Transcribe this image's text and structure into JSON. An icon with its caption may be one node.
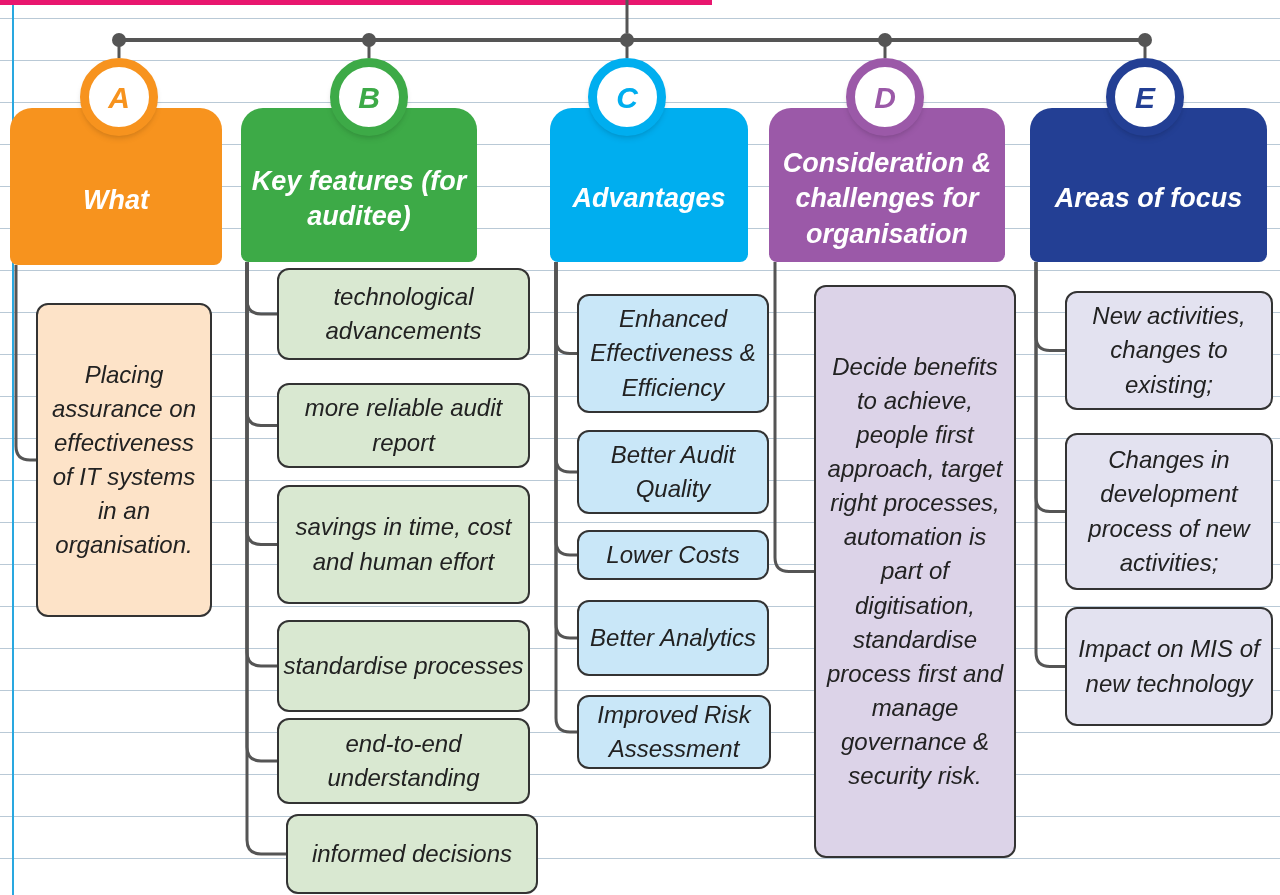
{
  "diagram": {
    "nodes": [
      {
        "text": [],
        "shape": "bar"
      },
      {
        "text": [
          "A"
        ]
      },
      {
        "text": [
          "What"
        ]
      },
      {
        "text": [
          "Placing assurance on effectiveness of IT systems in an organisation."
        ]
      },
      {
        "text": [
          "B"
        ]
      },
      {
        "text": [
          "Key features (for auditee)"
        ]
      },
      {
        "text": [
          "technological advancements"
        ]
      },
      {
        "text": [
          "more reliable audit report"
        ]
      },
      {
        "text": [
          "savings in time, cost and human effort"
        ]
      },
      {
        "text": [
          "standardise processes"
        ]
      },
      {
        "text": [
          "end-to-end understanding"
        ]
      },
      {
        "text": [
          "informed decisions"
        ]
      },
      {
        "text": [
          "C"
        ]
      },
      {
        "text": [
          "Advantages"
        ]
      },
      {
        "text": [
          "Enhanced Effectiveness & Efficiency"
        ]
      },
      {
        "text": [
          "Better Audit Quality"
        ]
      },
      {
        "text": [
          "Lower Costs"
        ]
      },
      {
        "text": [
          "Better Analytics"
        ]
      },
      {
        "text": [
          "Improved Risk Assessment"
        ]
      },
      {
        "text": [
          "D"
        ]
      },
      {
        "text": [
          "Consideration & challenges for organisation"
        ]
      },
      {
        "text": [
          "Decide benefits to achieve, people first approach, target right processes, automation is part of digitisation, standardise process first and manage governance & security risk."
        ]
      },
      {
        "text": [
          "E"
        ]
      },
      {
        "text": [
          "Areas of focus"
        ]
      },
      {
        "text": [
          "New activities, changes to existing;"
        ]
      },
      {
        "text": [
          "Changes in development process of new activities;"
        ]
      },
      {
        "text": [
          "Impact on MIS of new technology"
        ]
      }
    ],
    "edges": [
      {
        "from": null,
        "to": 0,
        "arrow": "none"
      },
      {
        "from": 0,
        "to": 1,
        "arrow": "none"
      },
      {
        "from": 0,
        "to": 4,
        "arrow": "none"
      },
      {
        "from": 0,
        "to": 12,
        "arrow": "none"
      },
      {
        "from": 0,
        "to": 19,
        "arrow": "none"
      },
      {
        "from": 0,
        "to": 22,
        "arrow": "none"
      },
      {
        "from": 2,
        "to": 3,
        "arrow": "none"
      },
      {
        "from": 5,
        "to": 6,
        "arrow": "none"
      },
      {
        "from": 5,
        "to": 7,
        "arrow": "none"
      },
      {
        "from": 5,
        "to": 8,
        "arrow": "none"
      },
      {
        "from": 5,
        "to": 9,
        "arrow": "none"
      },
      {
        "from": 5,
        "to": 10,
        "arrow": "none"
      },
      {
        "from": 5,
        "to": 11,
        "arrow": "none"
      },
      {
        "from": 13,
        "to": 14,
        "arrow": "none"
      },
      {
        "from": 13,
        "to": 15,
        "arrow": "none"
      },
      {
        "from": 13,
        "to": 16,
        "arrow": "none"
      },
      {
        "from": 13,
        "to": 17,
        "arrow": "none"
      },
      {
        "from": 13,
        "to": 18,
        "arrow": "none"
      },
      {
        "from": 20,
        "to": 21,
        "arrow": "none"
      },
      {
        "from": 23,
        "to": 24,
        "arrow": "none"
      },
      {
        "from": 23,
        "to": 25,
        "arrow": "none"
      },
      {
        "from": 23,
        "to": 26,
        "arrow": "none"
      }
    ]
  }
}
